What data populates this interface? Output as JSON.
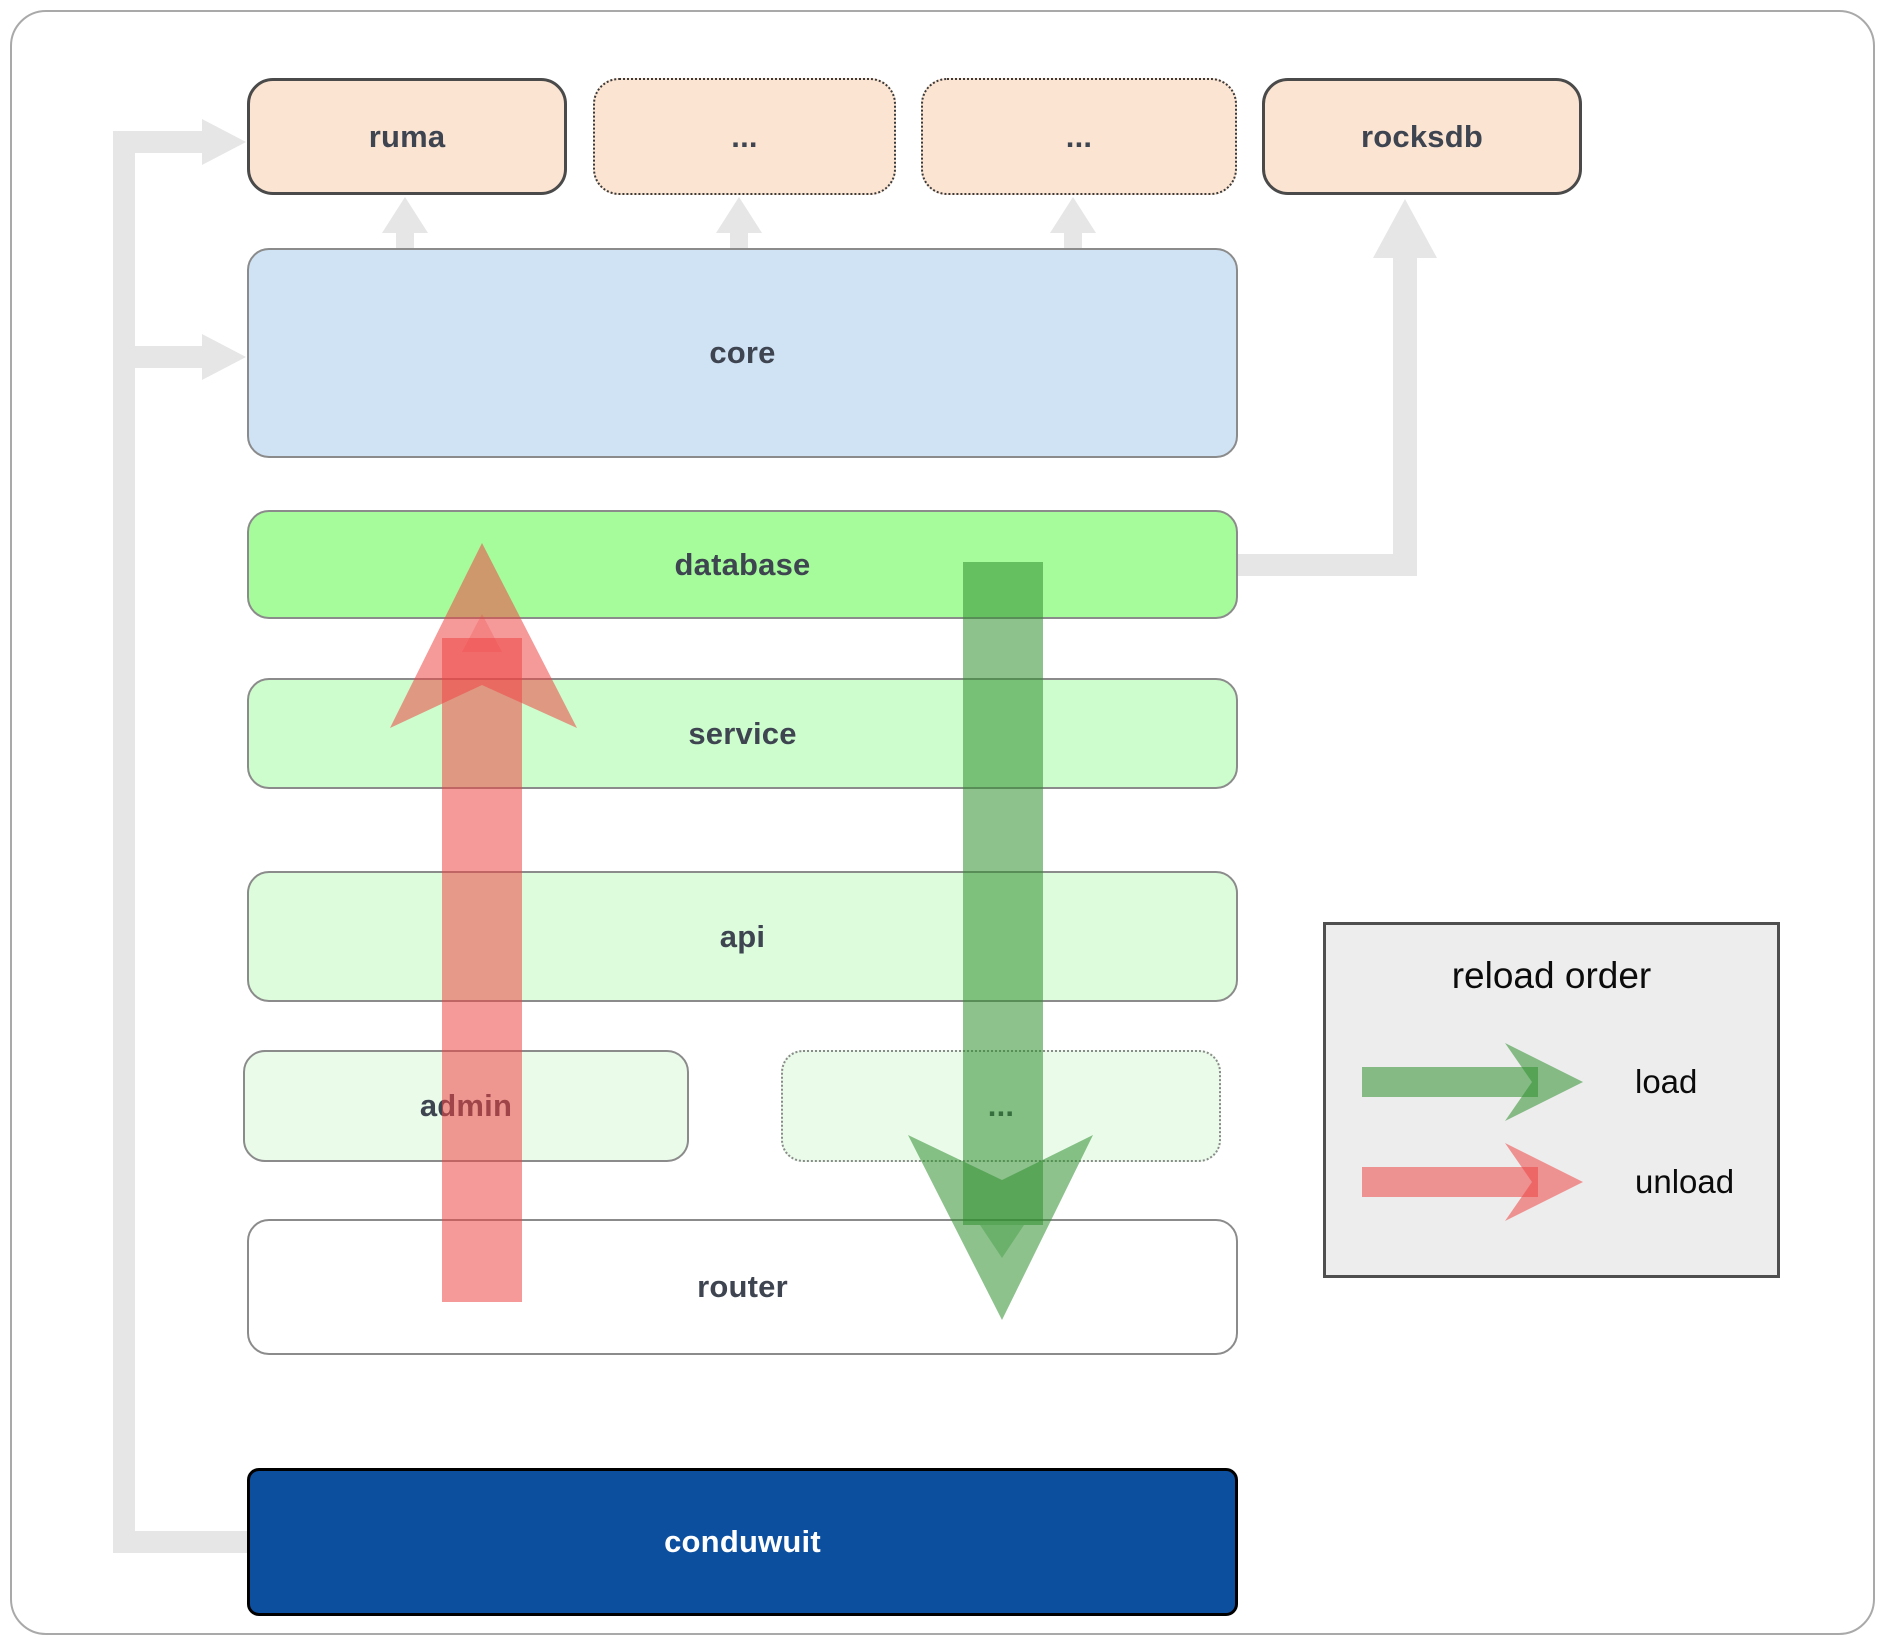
{
  "diagram": {
    "nodes": {
      "ruma": {
        "label": "ruma"
      },
      "ext1": {
        "label": "..."
      },
      "ext2": {
        "label": "..."
      },
      "rocksdb": {
        "label": "rocksdb"
      },
      "core": {
        "label": "core"
      },
      "database": {
        "label": "database"
      },
      "service": {
        "label": "service"
      },
      "api": {
        "label": "api"
      },
      "admin": {
        "label": "admin"
      },
      "admin_ext": {
        "label": "..."
      },
      "router": {
        "label": "router"
      },
      "conduwuit": {
        "label": "conduwuit"
      }
    },
    "legend": {
      "title": "reload order",
      "load_label": "load",
      "unload_label": "unload"
    },
    "colors": {
      "external_box_fill": "#fce4d2",
      "core_fill": "#cfe3f5",
      "database_fill": "#a6fb9b",
      "service_fill": "#cdfccd",
      "api_fill": "#dcfcdc",
      "admin_fill": "#eafbea",
      "router_fill": "#ffffff",
      "conduwuit_fill": "#0d4f9f",
      "load_arrow": "#2f8f2f",
      "unload_arrow": "#ee4545",
      "connector_gray": "#e6e6e6"
    }
  }
}
